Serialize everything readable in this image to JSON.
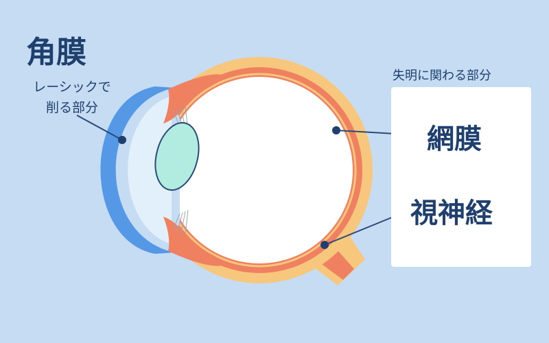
{
  "cornea": {
    "title": "角膜",
    "description_line1": "レーシックで",
    "description_line2": "削る部分"
  },
  "vision_panel": {
    "heading": "失明に関わる部分",
    "items": [
      "網膜",
      "視神経"
    ]
  },
  "colors": {
    "background": "#c5dcf3",
    "sclera": "#f7c77e",
    "retina": "#ef8060",
    "cornea": "#5599e6",
    "anterior_chamber": "#e2f0fb",
    "lens": "#b2ece0",
    "label_text": "#1f3f6e",
    "leader_line": "#2a4a78",
    "panel": "#ffffff"
  }
}
